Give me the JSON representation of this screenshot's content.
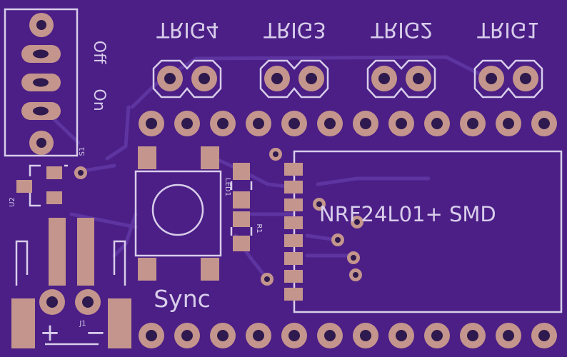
{
  "board": {
    "background": "#4b1f86",
    "copper_color": "#c4958c",
    "silkscreen_color": "#d8cdea",
    "trace_color": "#5d34a0"
  },
  "labels": {
    "trig1": "TRIG1",
    "trig2": "TRIG2",
    "trig3": "TRIG3",
    "trig4": "TRIG4",
    "switch_off": "Off",
    "switch_on": "On",
    "switch_ref": "S1",
    "regulator_ref": "U2",
    "led_ref": "LED1",
    "resistor_ref": "R1",
    "sync": "Sync",
    "module": "NRF24L01+ SMD",
    "jack_ref": "J1",
    "plus": "+",
    "minus": "−"
  }
}
